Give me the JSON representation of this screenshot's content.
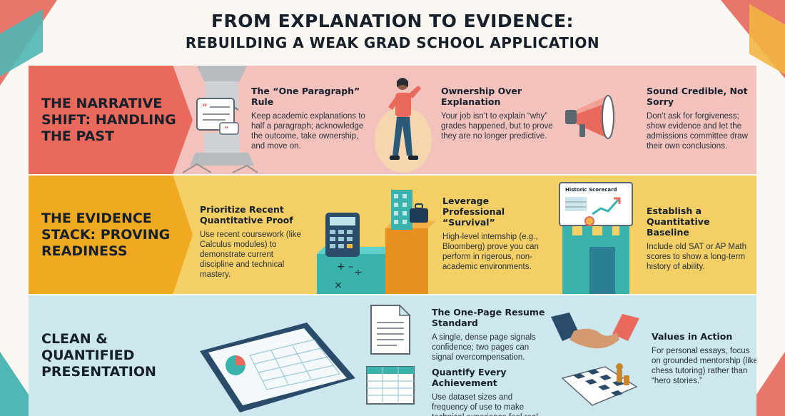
{
  "title": {
    "line1": "FROM EXPLANATION TO EVIDENCE:",
    "line2": "REBUILDING A WEAK GRAD SCHOOL APPLICATION"
  },
  "colors": {
    "coral": "#e96a5c",
    "amber": "#efaa22",
    "teal": "#4fb7b4",
    "sky": "#cde7ef"
  },
  "sections": {
    "narrative": {
      "label": "THE NARRATIVE SHIFT: HANDLING THE PAST",
      "items": [
        {
          "title": "The “One Paragraph” Rule",
          "body": "Keep academic explanations to half a paragraph; acknowledge the outcome, take ownership, and move on.",
          "icon": "broken-pillar-icon"
        },
        {
          "title": "Ownership Over Explanation",
          "body": "Your job isn’t to explain “why” grades happened, but to prove they are no longer predictive.",
          "icon": "confident-person-icon"
        },
        {
          "title": "Sound Credible, Not Sorry",
          "body": "Don’t ask for forgiveness; show evidence and let the admissions committee draw their own conclusions.",
          "icon": "megaphone-icon"
        }
      ]
    },
    "evidence": {
      "label": "THE EVIDENCE STACK: PROVING READINESS",
      "items": [
        {
          "title": "Prioritize Recent Quantitative Proof",
          "body": "Use recent coursework (like Calculus modules) to demonstrate current discipline and technical mastery.",
          "icon": "calculator-icon"
        },
        {
          "title": "Leverage Professional “Survival”",
          "body": "High-level internship (e.g., Bloomberg) prove you can perform in rigerous, non-academic environments.",
          "icon": "briefcase-building-icon"
        },
        {
          "title": "Establish a Quantitative Baseline",
          "body": "Include old SAT or AP Math scores to show a long-term history of ability.",
          "icon": "scorecard-icon"
        }
      ],
      "scorecard_label": "Historic Scorecard"
    },
    "presentation": {
      "label": "CLEAN & QUANTIFIED PRESENTATION",
      "items": [
        {
          "title": "The One-Page Resume Standard",
          "body": "A single, dense page signals confidence; two pages can signal overcompensation.",
          "icon": "document-icon"
        },
        {
          "title": "Quantify Every Achievement",
          "body": "Use dataset sizes and frequency of use to make technical experience feel real.",
          "icon": "spreadsheet-icon"
        },
        {
          "title": "Values in Action",
          "body": "For personal essays, focus on grounded mentorship (like chess tutoring) rather than “hero stories.”",
          "icon": "handshake-chess-icon"
        }
      ]
    }
  }
}
